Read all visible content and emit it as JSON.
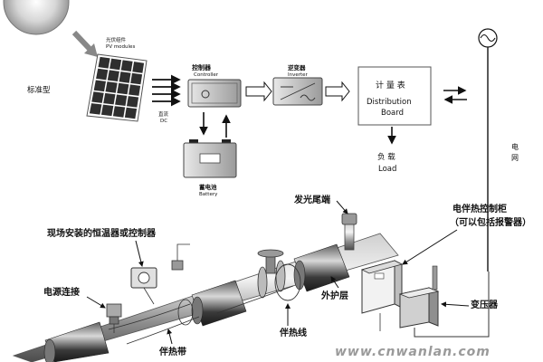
{
  "top": {
    "standard_type": "标准型",
    "pv": {
      "label_cn": "光伏组件",
      "label_en": "PV modules"
    },
    "dc": {
      "label_cn": "直流",
      "label_en": "DC"
    },
    "controller": {
      "label_cn": "控制器",
      "label_en": "Controller"
    },
    "inverter": {
      "label_cn": "逆变器",
      "label_en": "Inverter"
    },
    "meter": {
      "line1": "计 量 表",
      "line2": "Distribution",
      "line3": "Board"
    },
    "battery": {
      "label_cn": "蓄电池",
      "label_en": "Battery"
    },
    "load": {
      "label_cn": "负 载",
      "label_en": "Load"
    },
    "grid": {
      "line1": "电",
      "line2": "网"
    }
  },
  "bottom": {
    "glow_end": "发光尾端",
    "thermostat": "现场安装的恒温器或控制器",
    "control_cabinet": {
      "line1": "电伴热控制柜",
      "line2": "（可以包括报警器）"
    },
    "power_connection": "电源连接",
    "outer_layer": "外护层",
    "transformer": "变压器",
    "heat_tape": "伴热带",
    "heat_cable": "伴热线"
  },
  "watermark": "www.cnwanlan.com",
  "colors": {
    "ink": "#111111",
    "panel": "#2f2f2f",
    "pipe": "#8a8a8a",
    "watermark": "#9a9a9a"
  },
  "icons": [
    "sun-icon",
    "ac-sine-icon",
    "arrow-icon"
  ]
}
